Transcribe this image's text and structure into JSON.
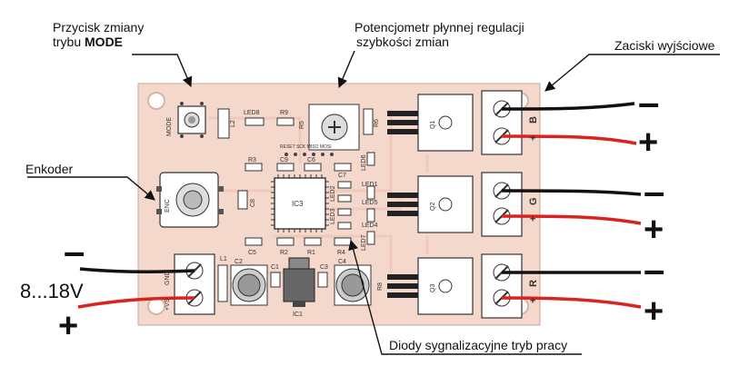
{
  "callouts": {
    "mode_button": {
      "line1": "Przycisk zmiany",
      "line2_prefix": "trybu ",
      "line2_bold": "MODE"
    },
    "potentiometer": {
      "line1": "Potencjometr płynnej regulacji",
      "line2": "szybkości zmian"
    },
    "output_terminals": {
      "text": "Zaciski wyjściowe"
    },
    "encoder": {
      "text": "Enkoder"
    },
    "leds": {
      "text": "Diody sygnalizacyjne tryb pracy"
    }
  },
  "power_input": {
    "voltage_label": "8...18V",
    "minus": "–",
    "plus": "+"
  },
  "output_signs": {
    "minus": "–",
    "plus": "+"
  },
  "pcb_labels": {
    "mode": "MODE",
    "enc": "ENC",
    "ic3": "IC3",
    "ic1": "IC1",
    "q1": "Q1",
    "q2": "Q2",
    "q3": "Q3",
    "r1": "R1",
    "r2": "R2",
    "r3": "R3",
    "r4": "R4",
    "r5": "R5",
    "r6": "R6",
    "r8": "R8",
    "r9": "R9",
    "c1": "C1",
    "c2": "C2",
    "c3": "C3",
    "c4": "C4",
    "c5": "C5",
    "c6": "C6",
    "c7": "C7",
    "c8": "C8",
    "c9": "C9",
    "l1": "L1",
    "l2": "L2",
    "led1": "LED1",
    "led2": "LED2",
    "led3": "LED3",
    "led4": "LED4",
    "led5": "LED5",
    "led6": "LED6",
    "led7": "LED7",
    "led8": "LED8",
    "term_b": "B",
    "term_g": "G",
    "term_r": "R",
    "term_plus": "+",
    "gnd": "GND",
    "vin_pin": "+VS",
    "jp_labels": "RESET SCK MISO MOSI"
  },
  "colors": {
    "pcb": "#f5d8cc",
    "wire_black": "#111111",
    "wire_red": "#d9231f"
  }
}
